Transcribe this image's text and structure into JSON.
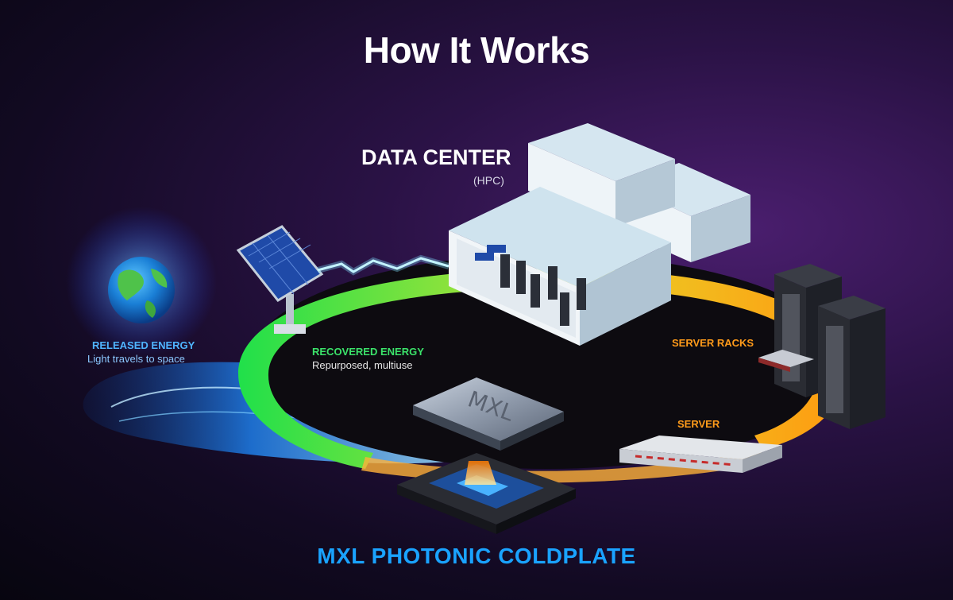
{
  "title": "How It Works",
  "data_center": {
    "title": "DATA CENTER",
    "subtitle": "(HPC)"
  },
  "released_energy": {
    "title": "RELEASED ENERGY",
    "subtitle": "Light travels to space"
  },
  "recovered_energy": {
    "title": "RECOVERED ENERGY",
    "subtitle": "Repurposed, multiuse"
  },
  "server_racks": {
    "label": "SERVER RACKS"
  },
  "server": {
    "label": "SERVER"
  },
  "chip": {
    "label": "MXL"
  },
  "bottom_title": "MXL PHOTONIC COLDPLATE",
  "colors": {
    "background": "#1a0d2e",
    "released": "#1aa3ff",
    "recovered": "#3be36a",
    "server": "#ff9b1a",
    "title": "#ffffff"
  }
}
